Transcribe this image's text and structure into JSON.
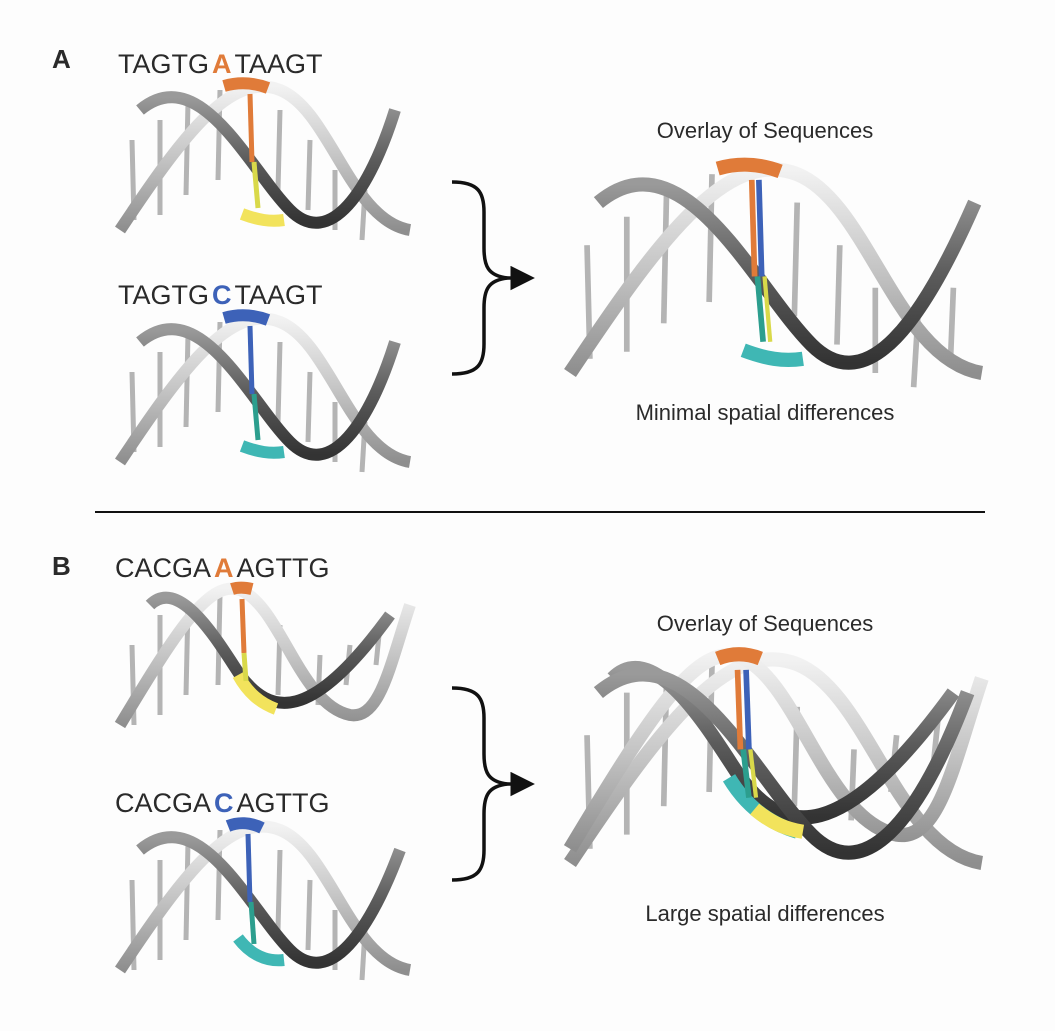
{
  "colors": {
    "A_mutation": "#e07b39",
    "C_mutation": "#3d62b8",
    "A_partner": "#f2e35c",
    "C_partner": "#3fb7b4",
    "helix_light": "#b9b9b9",
    "helix_dark": "#4d4d4d"
  },
  "panels": [
    {
      "letter": "A",
      "sequences": [
        {
          "prefix": "TAGTG",
          "mutation": "A",
          "suffix": "TAAGT",
          "mutation_color": "#e07b39"
        },
        {
          "prefix": "TAGTG",
          "mutation": "C",
          "suffix": "TAAGT",
          "mutation_color": "#3d62b8"
        }
      ],
      "overlay_title": "Overlay of Sequences",
      "overlay_caption": "Minimal spatial differences"
    },
    {
      "letter": "B",
      "sequences": [
        {
          "prefix": "CACGA",
          "mutation": "A",
          "suffix": "AGTTG",
          "mutation_color": "#e07b39"
        },
        {
          "prefix": "CACGA",
          "mutation": "C",
          "suffix": "AGTTG",
          "mutation_color": "#3d62b8"
        }
      ],
      "overlay_title": "Overlay of Sequences",
      "overlay_caption": "Large spatial differences"
    }
  ],
  "icons": [
    "brace-icon",
    "arrow-icon",
    "dna-helix-icon"
  ]
}
